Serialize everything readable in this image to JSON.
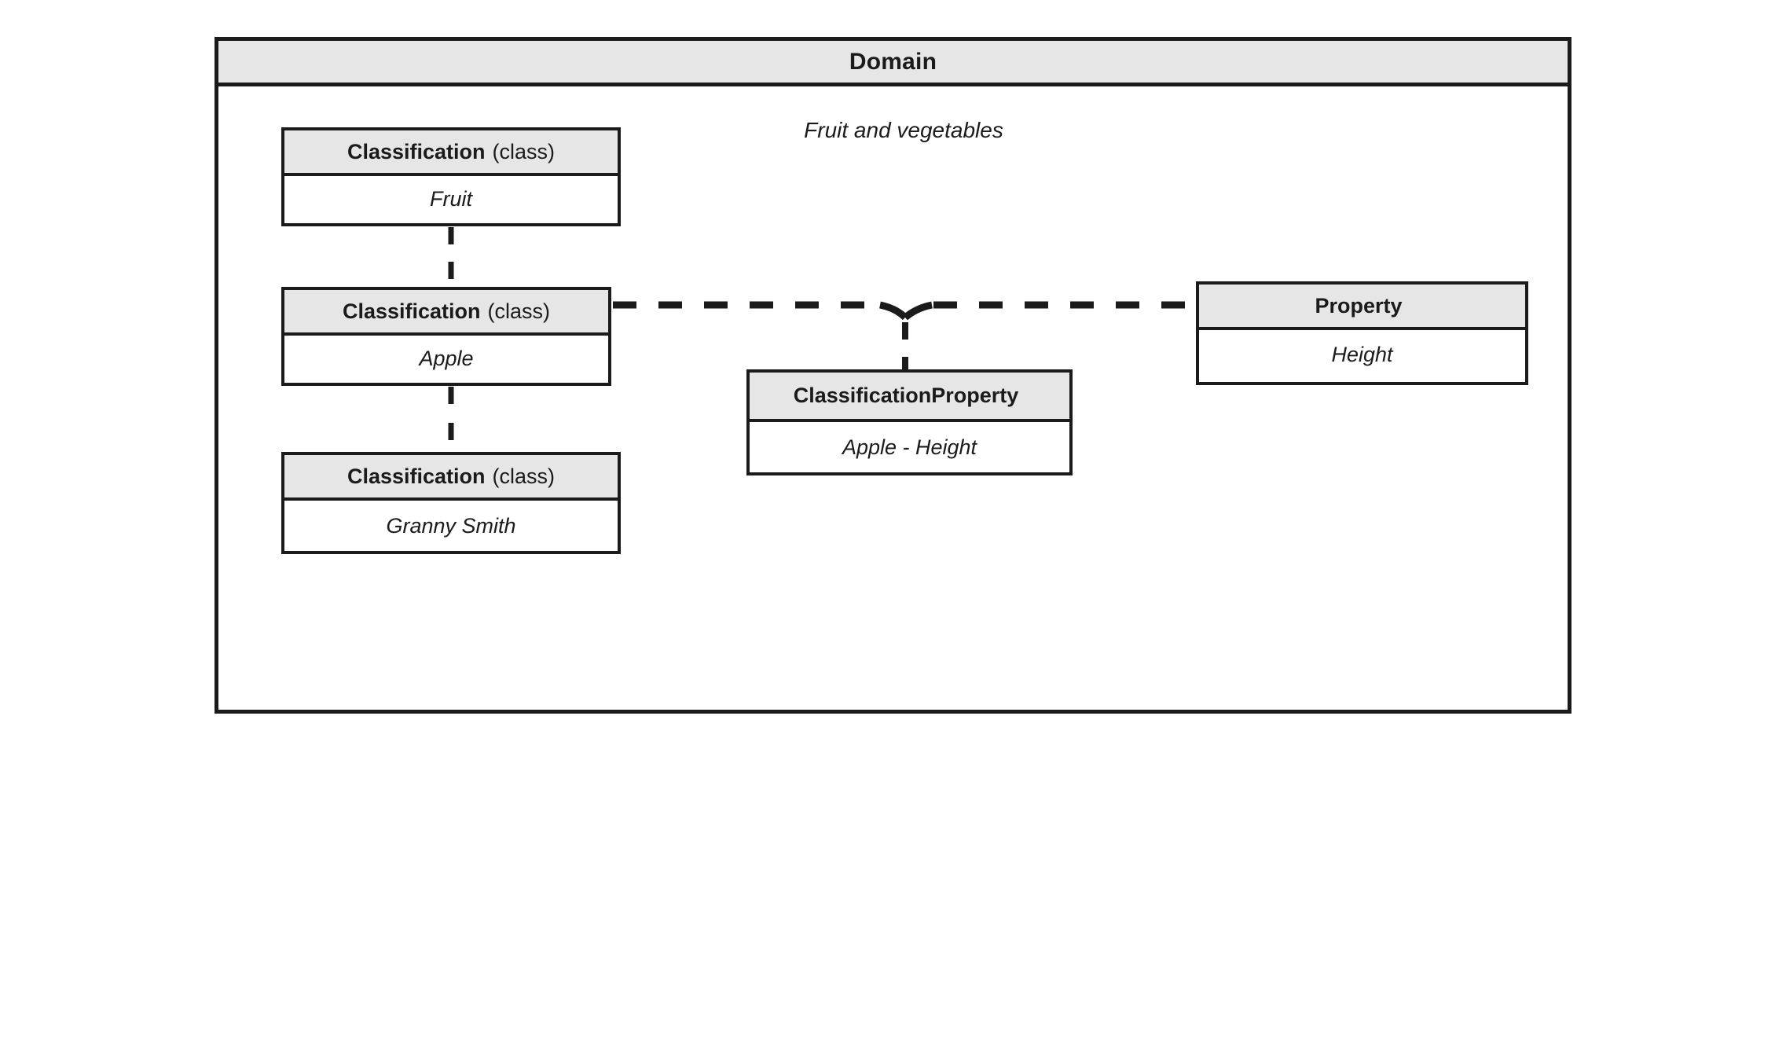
{
  "diagram": {
    "title": "Domain",
    "note": "Fruit and vegetables",
    "accent_color": "#1b1b1b",
    "header_fill": "#e6e6e6",
    "body_fill": "#ffffff"
  },
  "nodes": {
    "fruit": {
      "type": "Classification",
      "stereotype": "(class)",
      "instance": "Fruit"
    },
    "apple": {
      "type": "Classification",
      "stereotype": "(class)",
      "instance": "Apple"
    },
    "granny_smith": {
      "type": "Classification",
      "stereotype": "(class)",
      "instance": "Granny Smith"
    },
    "classification_property": {
      "type": "ClassificationProperty",
      "stereotype": "",
      "instance": "Apple - Height"
    },
    "property": {
      "type": "Property",
      "stereotype": "",
      "instance": "Height"
    }
  },
  "edges": [
    {
      "id": "fruit-apple",
      "from": "fruit",
      "to": "apple",
      "style": "dashed",
      "orientation": "vertical"
    },
    {
      "id": "apple-granny",
      "from": "apple",
      "to": "granny_smith",
      "style": "dashed",
      "orientation": "vertical"
    },
    {
      "id": "apple-property",
      "from": "apple",
      "to": "property",
      "style": "dashed",
      "orientation": "horizontal"
    },
    {
      "id": "association-classprop",
      "from": "apple-property",
      "to": "classification_property",
      "style": "dashed",
      "orientation": "vertical"
    }
  ]
}
